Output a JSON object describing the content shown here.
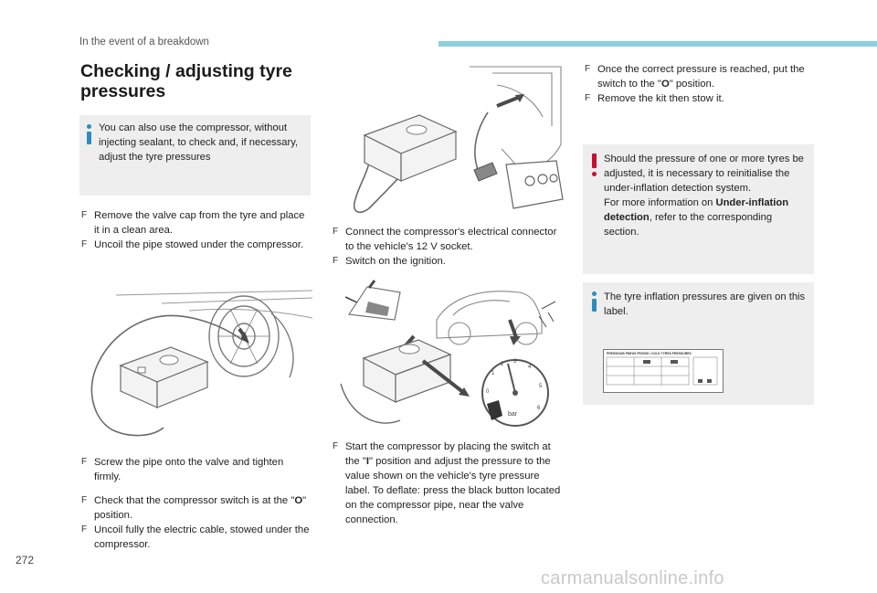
{
  "section_title": "In the event of a breakdown",
  "heading": "Checking / adjusting tyre pressures",
  "intro_note": "You can also use the compressor, without injecting sealant, to check and, if necessary, adjust the tyre pressures",
  "step_mark": "F",
  "col1": {
    "steps_a": [
      "Remove the valve cap from the tyre and place it in a clean area.",
      "Uncoil the pipe stowed under the compressor."
    ],
    "step_screw": "Screw the pipe onto the valve and tighten firmly.",
    "step_check_pre": "Check that the compressor switch is at the \"",
    "step_check_bold": "O",
    "step_check_post": "\" position.",
    "step_uncoil": "Uncoil fully the electric cable, stowed under the compressor."
  },
  "col2": {
    "steps_connect": [
      "Connect the compressor's electrical connector to the vehicle's 12 V socket.",
      "Switch on the ignition."
    ],
    "step_start_pre": "Start the compressor by placing the switch at the \"",
    "step_start_bold": "I",
    "step_start_post": "\" position and adjust the pressure to the value shown on the vehicle's tyre pressure label. To deflate: press the black button located on the compressor pipe, near the valve connection.",
    "gauge_unit": "bar",
    "gauge_ticks": [
      "0",
      "1",
      "2",
      "3",
      "4",
      "5",
      "6"
    ]
  },
  "col3": {
    "step_once_pre": "Once the correct pressure is reached, put the switch to the \"",
    "step_once_bold": "O",
    "step_once_post": "\" position.",
    "step_remove": "Remove the kit then stow it.",
    "warning_text": "Should the pressure of one or more tyres be adjusted, it is necessary to reinitialise the under-inflation detection system.",
    "warning_more_pre": "For more information on ",
    "warning_more_bold": "Under-inflation detection",
    "warning_more_post": ", refer to the corresponding section.",
    "label_note": "The tyre inflation pressures are given on this label.",
    "label_header": "PRESSIONS PNEUS FROIDS / COLD TYRES PRESSURES"
  },
  "page_number": "272",
  "watermark": "carmanualsonline.info",
  "colors": {
    "accent_blue": "#8ccfdf",
    "info_blue": "#2b8dbd",
    "warning_red": "#c8102e",
    "box_grey": "#eeeeee"
  }
}
